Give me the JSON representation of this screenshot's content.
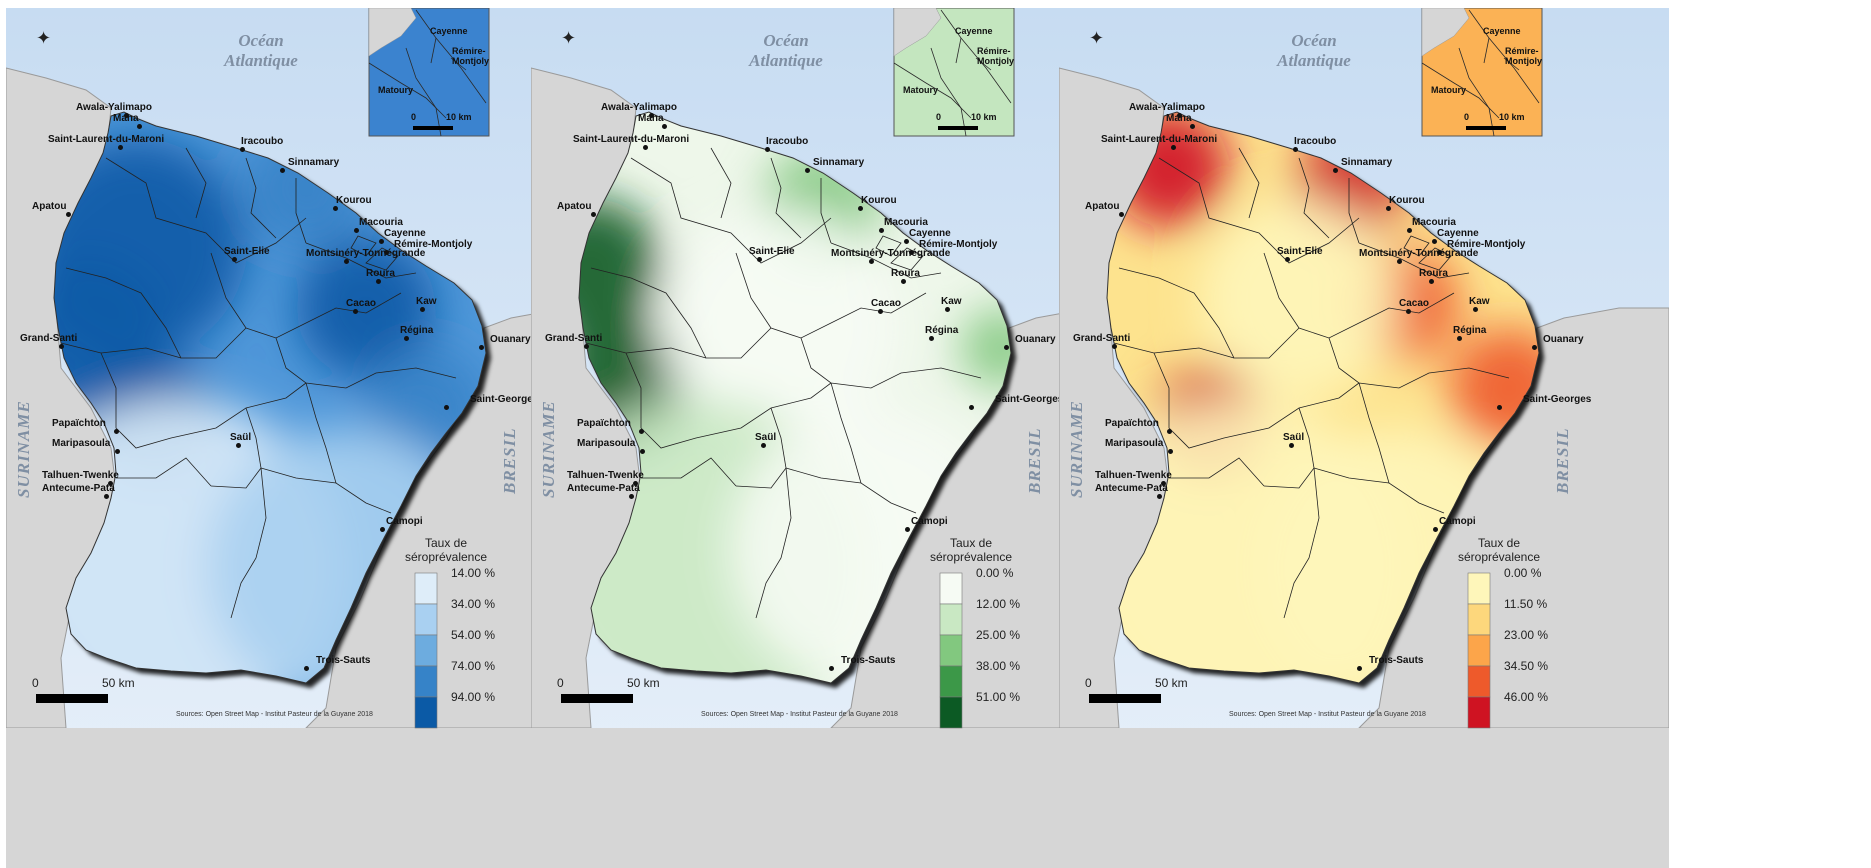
{
  "ocean_label": [
    "Océan",
    "Atlantique"
  ],
  "countries": {
    "west": "SURINAME",
    "east": "BRESIL"
  },
  "sources": "Sources: Open Street Map - Institut Pasteur de la Guyane 2018",
  "scale": {
    "zero": "0",
    "fifty": "50",
    "unit": "km"
  },
  "inset": {
    "labels": [
      "Cayenne",
      "Rémire-Montjoly",
      "Matoury"
    ],
    "scale_zero": "0",
    "scale_ten": "10",
    "scale_unit": "km"
  },
  "places": [
    "Awala-Yalimapo",
    "Mana",
    "Saint-Laurent-du-Maroni",
    "Iracoubo",
    "Sinnamary",
    "Apatou",
    "Kourou",
    "Macouria",
    "Cayenne",
    "Rémire-Montjoly",
    "Montsinéry-Tonnégrande",
    "Roura",
    "Saint-Elie",
    "Cacao",
    "Kaw",
    "Régina",
    "Grand-Santi",
    "Ouanary",
    "Saint-Georges",
    "Papaïchton",
    "Maripasoula",
    "Saül",
    "Talhuen-Twenke",
    "Antecume-Pata",
    "Camopi",
    "Trois-Sauts"
  ],
  "legend_title": [
    "Taux de",
    "séroprévalence"
  ],
  "panels": [
    {
      "name": "blue",
      "colors": [
        "#deedf9",
        "#a9d0f1",
        "#6dacdf",
        "#3683c8",
        "#0b5aa6"
      ],
      "legend": [
        "14.00 %",
        "34.00 %",
        "54.00 %",
        "74.00 %",
        "94.00 %"
      ],
      "base": "#4f97d9",
      "inset_bg": "#3b83cf"
    },
    {
      "name": "green",
      "colors": [
        "#f6fbf4",
        "#c9e8c3",
        "#82c87f",
        "#3c9848",
        "#0c5a24"
      ],
      "legend": [
        "0.00 %",
        "12.00 %",
        "25.00 %",
        "38.00 %",
        "51.00 %"
      ],
      "base": "#eef7ea",
      "inset_bg": "#c4e6bf"
    },
    {
      "name": "orange",
      "colors": [
        "#fef6ba",
        "#fdd77c",
        "#fca54a",
        "#ee5a2b",
        "#cf1322"
      ],
      "legend": [
        "0.00 %",
        "11.50 %",
        "23.00 %",
        "34.50 %",
        "46.00 %"
      ],
      "base": "#fde38e",
      "inset_bg": "#fbb255"
    }
  ]
}
